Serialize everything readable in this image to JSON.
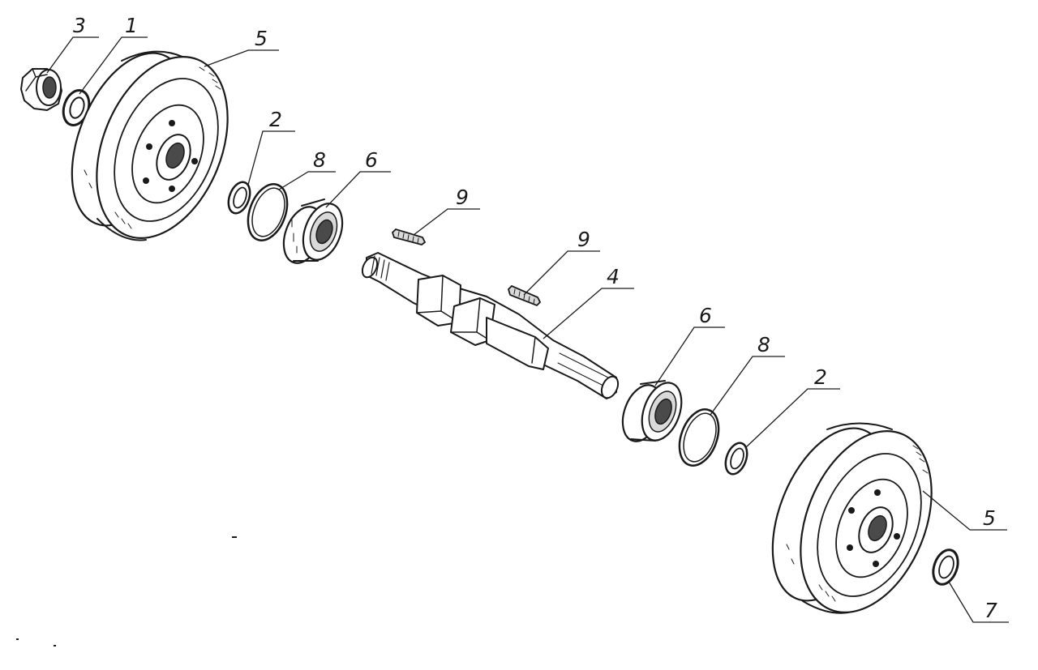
{
  "callouts": [
    {
      "id": "c3",
      "text": "3"
    },
    {
      "id": "c1",
      "text": "1"
    },
    {
      "id": "c5a",
      "text": "5"
    },
    {
      "id": "c2a",
      "text": "2"
    },
    {
      "id": "c8a",
      "text": "8"
    },
    {
      "id": "c6a",
      "text": "6"
    },
    {
      "id": "c9a",
      "text": "9"
    },
    {
      "id": "c9b",
      "text": "9"
    },
    {
      "id": "c4",
      "text": "4"
    },
    {
      "id": "c6b",
      "text": "6"
    },
    {
      "id": "c8b",
      "text": "8"
    },
    {
      "id": "c2b",
      "text": "2"
    },
    {
      "id": "c5b",
      "text": "5"
    },
    {
      "id": "c7",
      "text": "7"
    }
  ]
}
